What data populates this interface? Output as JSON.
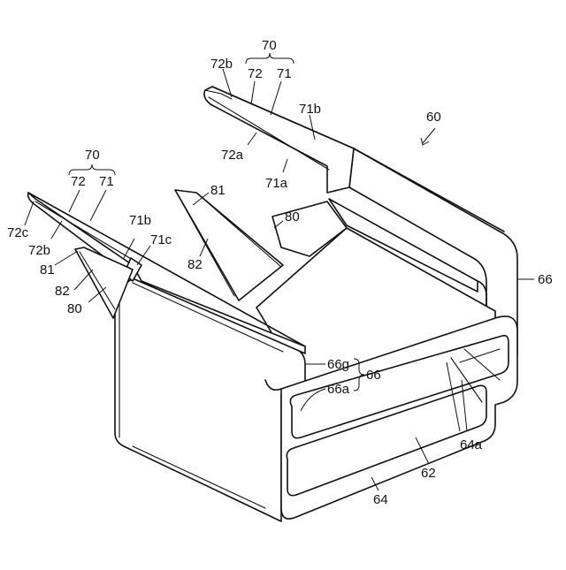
{
  "labels": {
    "l60": "60",
    "l70_right": "70",
    "l72b_right": "72b",
    "l72_right": "72",
    "l71_right": "71",
    "l71b_right": "71b",
    "l72a": "72a",
    "l71a": "71a",
    "l70_left": "70",
    "l72_left": "72",
    "l71_left": "71",
    "l72c": "72c",
    "l72b_left": "72b",
    "l71b_left": "71b",
    "l71c": "71c",
    "l81_left": "81",
    "l82_left": "82",
    "l80_left": "80",
    "l81_center": "81",
    "l82_center": "82",
    "l80_center": "80",
    "l66_right": "66",
    "l66g": "66g",
    "l66": "66",
    "l66a": "66a",
    "l64a": "64a",
    "l62": "62",
    "l64": "64"
  },
  "colors": {
    "line": "#111111",
    "background": "#ffffff"
  }
}
